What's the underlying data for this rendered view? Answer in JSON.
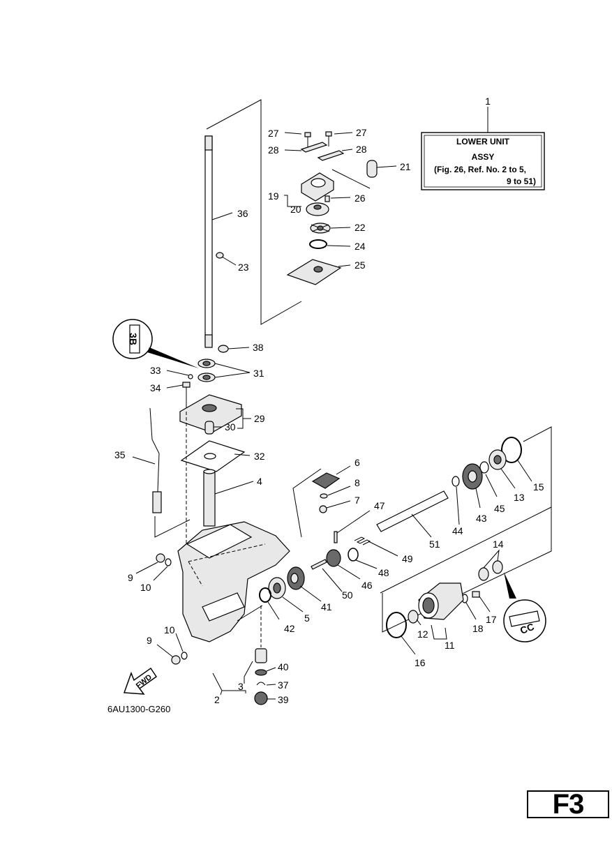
{
  "assembly_box": {
    "ref": "1",
    "line1": "LOWER UNIT",
    "line2": "ASSY",
    "line3": "(Fig. 26, Ref. No. 2 to 5,",
    "line4": "9 to 51)"
  },
  "diagram_code": "6AU1300-G260",
  "page_code": "F3",
  "direction_label": "FWD",
  "callout_a": "3B",
  "callout_b": "CC",
  "part_refs": [
    "1",
    "2",
    "3",
    "4",
    "5",
    "6",
    "7",
    "8",
    "9",
    "10",
    "11",
    "12",
    "13",
    "14",
    "15",
    "16",
    "17",
    "18",
    "19",
    "20",
    "21",
    "22",
    "23",
    "24",
    "25",
    "26",
    "27",
    "28",
    "29",
    "30",
    "31",
    "32",
    "33",
    "34",
    "35",
    "36",
    "37",
    "38",
    "39",
    "40",
    "41",
    "42",
    "43",
    "44",
    "45",
    "46",
    "47",
    "48",
    "49",
    "50",
    "51"
  ],
  "labels": {
    "l27a": "27",
    "l27b": "27",
    "l28a": "28",
    "l28b": "28",
    "l21": "21",
    "l19": "19",
    "l26": "26",
    "l20": "20",
    "l22": "22",
    "l24": "24",
    "l25": "25",
    "l36": "36",
    "l23": "23",
    "l38": "38",
    "l33": "33",
    "l31": "31",
    "l34": "34",
    "l29": "29",
    "l30": "30",
    "l35": "35",
    "l32": "32",
    "l4": "4",
    "l6": "6",
    "l8": "8",
    "l7": "7",
    "l47": "47",
    "l15": "15",
    "l13": "13",
    "l45": "45",
    "l43": "43",
    "l44": "44",
    "l51": "51",
    "l49": "49",
    "l48": "48",
    "l46": "46",
    "l50": "50",
    "l41": "41",
    "l5": "5",
    "l42": "42",
    "l14": "14",
    "l17": "17",
    "l18": "18",
    "l12": "12",
    "l11": "11",
    "l16": "16",
    "l9a": "9",
    "l10a": "10",
    "l9b": "9",
    "l10b": "10",
    "l40": "40",
    "l37": "37",
    "l39": "39",
    "l3": "3",
    "l2": "2"
  }
}
